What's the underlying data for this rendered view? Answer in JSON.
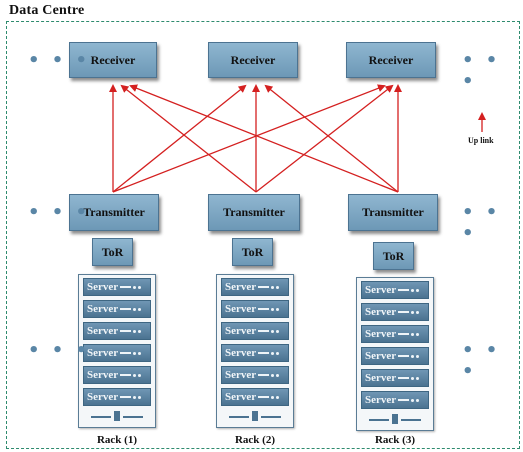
{
  "title": "Data Centre",
  "receiver_label": "Receiver",
  "transmitter_label": "Transmitter",
  "tor_label": "ToR",
  "server_label": "Server",
  "uplink_label": "Up link",
  "racks": [
    "Rack (1)",
    "Rack (2)",
    "Rack (3)"
  ],
  "ellipsis": "• • •",
  "colors": {
    "link": "#d42020",
    "box": "#7fa8c4",
    "server": "#5b83a2",
    "frame": "#2e8b6e"
  }
}
